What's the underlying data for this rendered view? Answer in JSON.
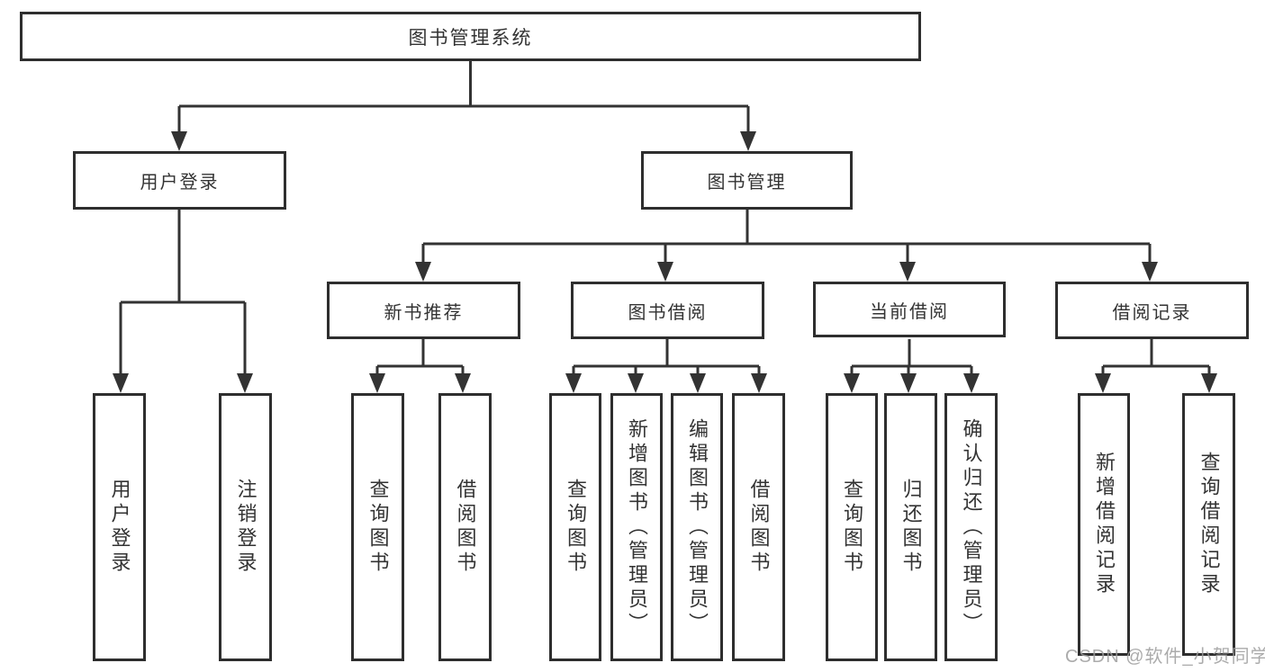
{
  "diagram_title": "图书管理系统",
  "nodes": {
    "root": {
      "label": "图书管理系统"
    },
    "level2": [
      {
        "label": "用户登录"
      },
      {
        "label": "图书管理"
      }
    ],
    "level3": [
      {
        "label": "新书推荐"
      },
      {
        "label": "图书借阅"
      },
      {
        "label": "当前借阅"
      },
      {
        "label": "借阅记录"
      }
    ],
    "leaves": [
      {
        "group": "用户登录",
        "items": [
          "用户登录",
          "注销登录"
        ]
      },
      {
        "group": "新书推荐",
        "items": [
          "查询图书",
          "借阅图书"
        ]
      },
      {
        "group": "图书借阅",
        "items": [
          "查询图书",
          "新增图书（管理员）",
          "编辑图书（管理员）",
          "借阅图书"
        ]
      },
      {
        "group": "当前借阅",
        "items": [
          "查询图书",
          "归还图书",
          "确认归还（管理员）"
        ]
      },
      {
        "group": "借阅记录",
        "items": [
          "新增借阅记录",
          "查询借阅记录"
        ]
      }
    ]
  },
  "watermark": {
    "text": "CSDN @软件_小贺同学"
  },
  "colors": {
    "line": "#333333",
    "box_border": "#2e2e2e",
    "text": "#333333",
    "watermark": "#9c9c9c",
    "background": "#ffffff"
  }
}
